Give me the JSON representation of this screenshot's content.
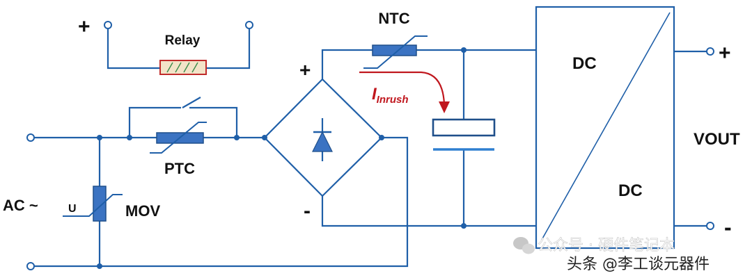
{
  "labels": {
    "plus_top_left": "+",
    "relay": "Relay",
    "ptc": "PTC",
    "ac": "AC ~",
    "u": "U",
    "mov": "MOV",
    "ntc": "NTC",
    "inrush_main": "I",
    "inrush_sub": "Inrush",
    "bridge_plus": "+",
    "bridge_minus": "-",
    "dc_top": "DC",
    "dc_bottom": "DC",
    "vout": "VOUT",
    "out_plus": "+",
    "out_minus": "-"
  },
  "watermark": {
    "line1": "公众号 · 硬件笔记本",
    "line2": "头条 @李工谈元器件"
  },
  "colors": {
    "wire": "#1f5fa8",
    "component_fill": "#3b73c2",
    "relay_fill": "#f3e3c8",
    "relay_border": "#c02a2a",
    "arrow": "#c0171e",
    "text": "#111111"
  }
}
